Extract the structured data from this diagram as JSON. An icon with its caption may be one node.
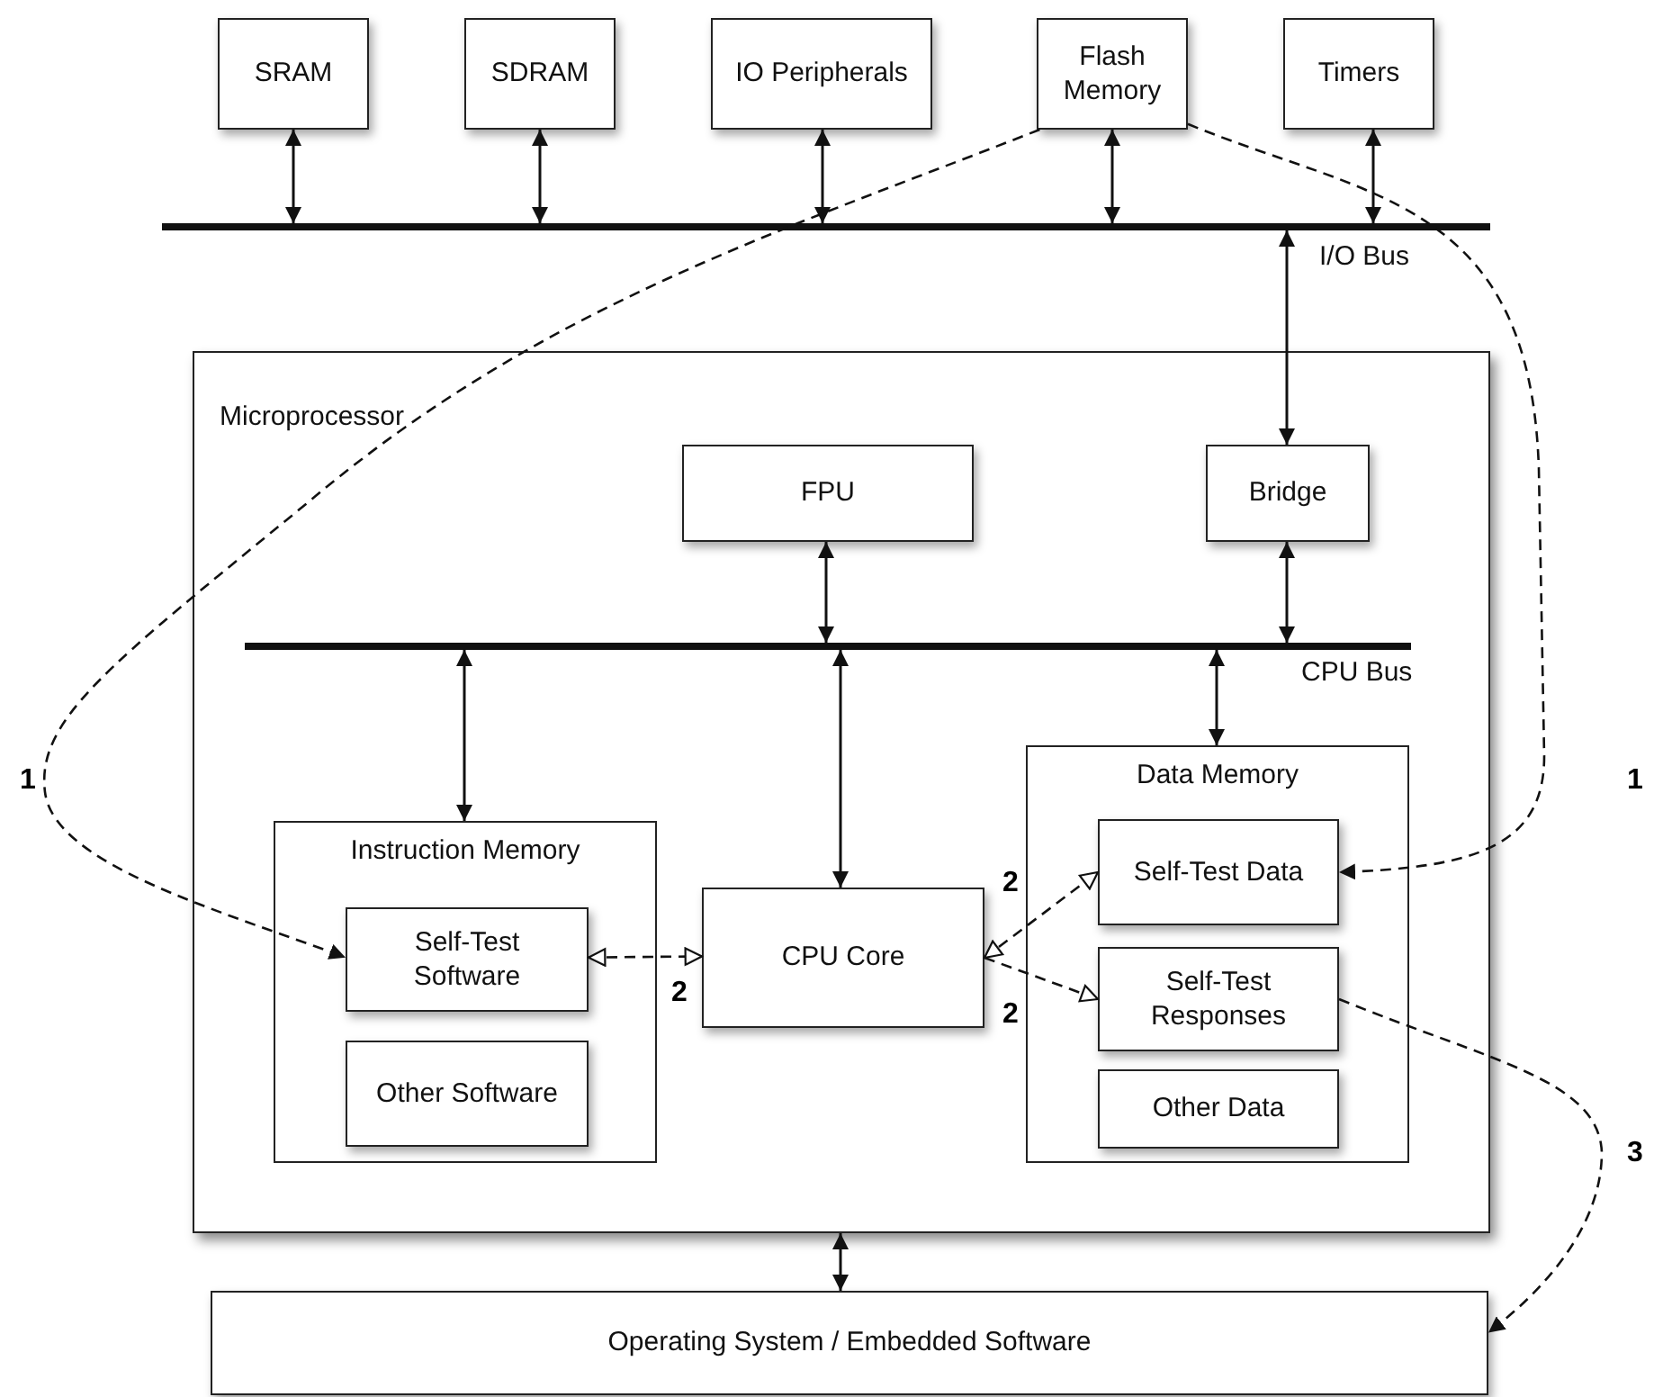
{
  "diagram": {
    "nodes": [
      {
        "text": [
          "SRAM"
        ]
      },
      {
        "text": [
          "SDRAM"
        ]
      },
      {
        "text": [
          "IO Peripherals"
        ]
      },
      {
        "text": [
          "Flash Memory"
        ]
      },
      {
        "text": [
          "Timers"
        ]
      },
      {
        "text": [],
        "shape": "bar",
        "beside": [
          "I/O Bus"
        ]
      },
      {
        "text": [
          "Microprocessor"
        ]
      },
      {
        "text": [
          "FPU"
        ],
        "in": 6
      },
      {
        "text": [
          "Bridge"
        ],
        "in": 6
      },
      {
        "text": [],
        "shape": "bar",
        "beside": [
          "CPU Bus"
        ],
        "in": 6
      },
      {
        "text": [
          "Instruction Memory"
        ],
        "in": 6
      },
      {
        "text": [
          "Self-Test Software"
        ],
        "in": 10
      },
      {
        "text": [
          "Other Software"
        ],
        "in": 10
      },
      {
        "text": [
          "CPU Core"
        ],
        "in": 6
      },
      {
        "text": [
          "Data Memory"
        ],
        "in": 6
      },
      {
        "text": [
          "Self-Test Data"
        ],
        "in": 14
      },
      {
        "text": [
          "Self-Test Responses"
        ],
        "in": 14
      },
      {
        "text": [
          "Other Data"
        ],
        "in": 14
      },
      {
        "text": [
          "Operating System / Embedded Software"
        ]
      }
    ],
    "edges": [
      {
        "from": 0,
        "to": 5,
        "arrow": "both"
      },
      {
        "from": 1,
        "to": 5,
        "arrow": "both"
      },
      {
        "from": 2,
        "to": 5,
        "arrow": "both"
      },
      {
        "from": 3,
        "to": 5,
        "arrow": "both"
      },
      {
        "from": 4,
        "to": 5,
        "arrow": "both"
      },
      {
        "from": 8,
        "to": 5,
        "arrow": "both"
      },
      {
        "from": 7,
        "to": 9,
        "arrow": "both"
      },
      {
        "from": 8,
        "to": 9,
        "arrow": "both"
      },
      {
        "from": 9,
        "to": 10,
        "arrow": "both"
      },
      {
        "from": 9,
        "to": 13,
        "arrow": "both"
      },
      {
        "from": 9,
        "to": 14,
        "arrow": "both"
      },
      {
        "from": 6,
        "to": 18,
        "arrow": "both"
      },
      {
        "from": 3,
        "to": 11,
        "arrow": "to",
        "style": "dashed",
        "label": "1"
      },
      {
        "from": 3,
        "to": 15,
        "arrow": "to",
        "style": "dashed",
        "label": "1"
      },
      {
        "from": 11,
        "to": 13,
        "arrow": "both",
        "style": "dashed",
        "label": "2"
      },
      {
        "from": 13,
        "to": 15,
        "arrow": "both",
        "style": "dashed",
        "label": "2"
      },
      {
        "from": 13,
        "to": 16,
        "arrow": "to",
        "style": "dashed",
        "label": "2"
      },
      {
        "from": 16,
        "to": 18,
        "arrow": "to",
        "style": "dashed",
        "label": "3"
      }
    ]
  }
}
